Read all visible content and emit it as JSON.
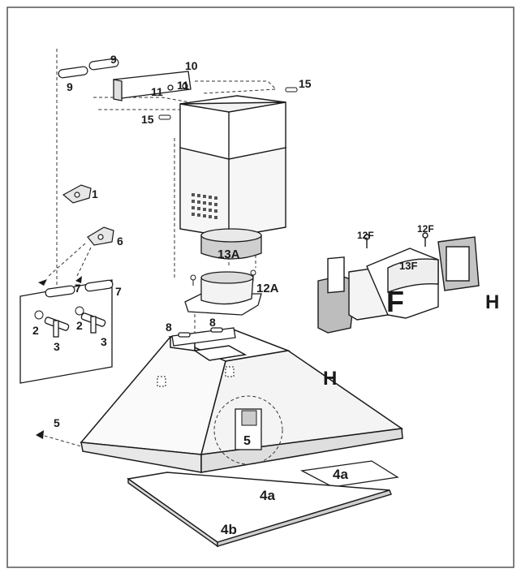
{
  "labels": {
    "p1": "1",
    "p2a": "2",
    "p2b": "2",
    "p3a": "3",
    "p3b": "3",
    "p4a_left": "4a",
    "p4a_right": "4a",
    "p4b": "4b",
    "p5_arrow": "5",
    "p5_detail": "5",
    "p6": "6",
    "p7a": "7",
    "p7b": "7",
    "p8a": "8",
    "p8b": "8",
    "p9a": "9",
    "p9b": "9",
    "p10": "10",
    "p11a": "11",
    "p11b": "11",
    "p12a": "12A",
    "p12f_a": "12F",
    "p12f_b": "12F",
    "p13a": "13A",
    "p13f": "13F",
    "p15a": "15",
    "p15b": "15",
    "h_hood": "H",
    "h_filter": "H",
    "f_box": "F"
  },
  "colors": {
    "line": "#1a1a1a",
    "paper": "#ffffff",
    "shade": "#d9d9d9",
    "dark": "#7a7a7a"
  }
}
